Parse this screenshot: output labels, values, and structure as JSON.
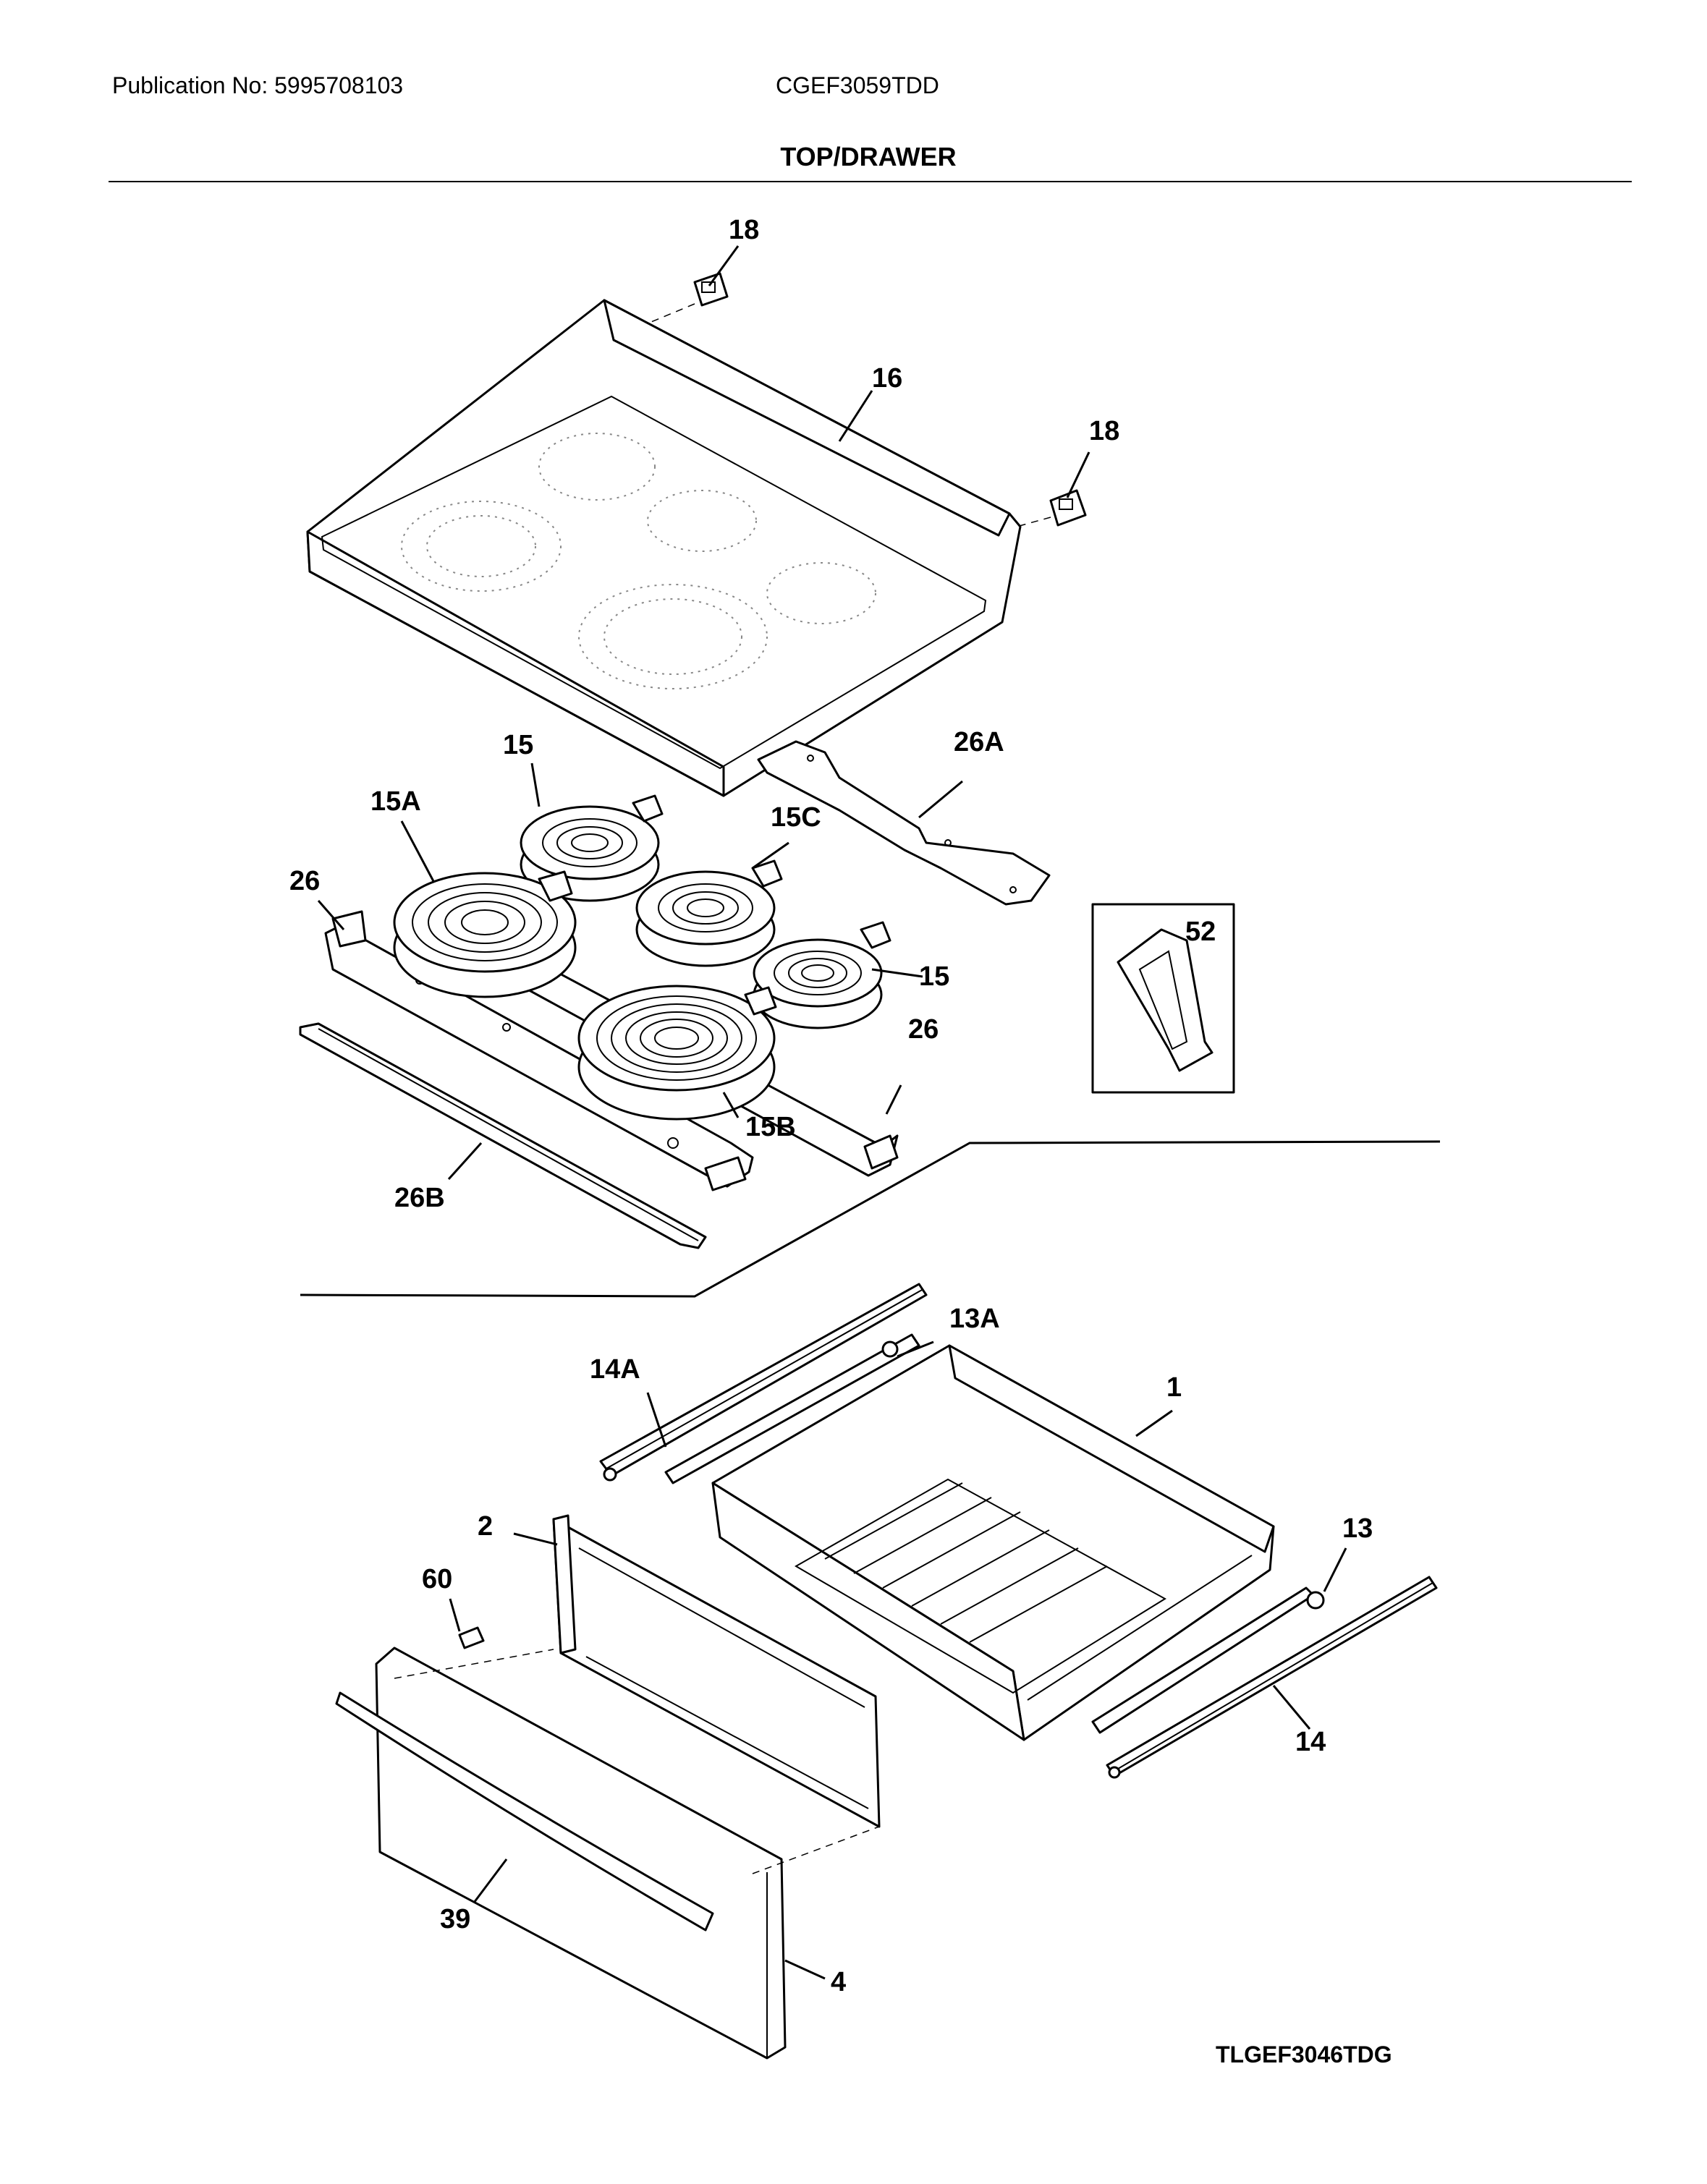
{
  "header": {
    "publication": "Publication No: 5995708103",
    "model": "CGEF3059TDD",
    "section_title": "TOP/DRAWER"
  },
  "footer": {
    "diagram_code": "TLGEF3046TDG"
  },
  "callouts": {
    "c18a": "18",
    "c16": "16",
    "c18b": "18",
    "c26a": "26A",
    "c15a_top": "15",
    "c15A": "15A",
    "c15C": "15C",
    "c26_left": "26",
    "c52": "52",
    "c15_right": "15",
    "c26_right": "26",
    "c15B": "15B",
    "c26B": "26B",
    "c13A": "13A",
    "c14A": "14A",
    "c1": "1",
    "c2": "2",
    "c60": "60",
    "c13": "13",
    "c14": "14",
    "c39": "39",
    "c4": "4"
  }
}
